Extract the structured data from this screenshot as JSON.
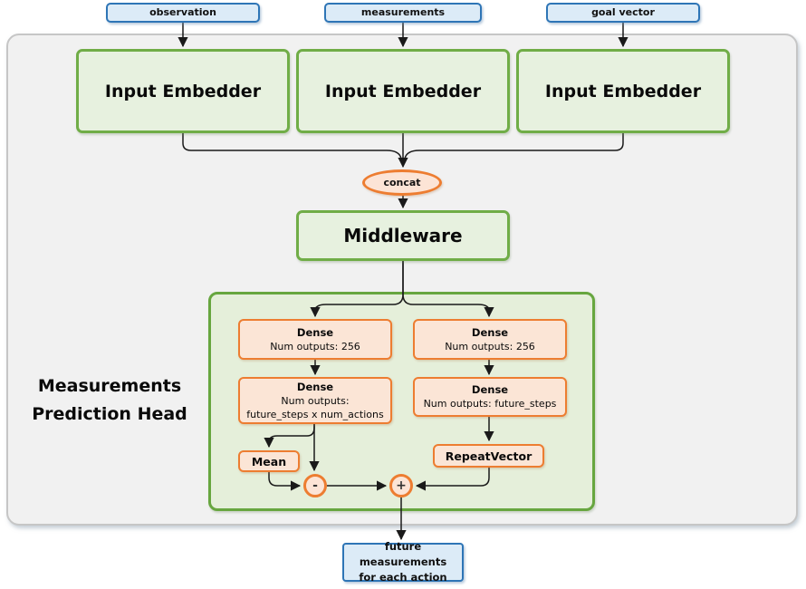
{
  "diagram_title": "Measurements Prediction Head network diagram",
  "colors": {
    "blue_border": "#2e75b6",
    "blue_fill": "#dcebf7",
    "green_border": "#70ad47",
    "green_fill": "#e7f1df",
    "orange_border": "#ed7d31",
    "orange_fill": "#fbe5d6",
    "container_fill": "#f1f1f1",
    "container_border": "#c6c6c6",
    "wire": "#1a1a1a"
  },
  "inputs": {
    "observation": "observation",
    "measurements": "measurements",
    "goal_vector": "goal vector"
  },
  "embedders": {
    "e1": "Input Embedder",
    "e2": "Input Embedder",
    "e3": "Input Embedder"
  },
  "concat_label": "concat",
  "middleware_label": "Middleware",
  "head": {
    "title_line1": "Measurements",
    "title_line2": "Prediction Head",
    "dense_action_1": {
      "title": "Dense",
      "line1": "Num outputs: 256"
    },
    "dense_action_2": {
      "title": "Dense",
      "line1": "Num outputs:",
      "line2": "future_steps x num_actions"
    },
    "dense_expect_1": {
      "title": "Dense",
      "line1": "Num outputs: 256"
    },
    "dense_expect_2": {
      "title": "Dense",
      "line1": "Num outputs: future_steps"
    },
    "mean_label": "Mean",
    "repeat_vector_label": "RepeatVector",
    "minus_op": "-",
    "plus_op": "+"
  },
  "output": {
    "line1": "future measurements",
    "line2": "for each action"
  }
}
